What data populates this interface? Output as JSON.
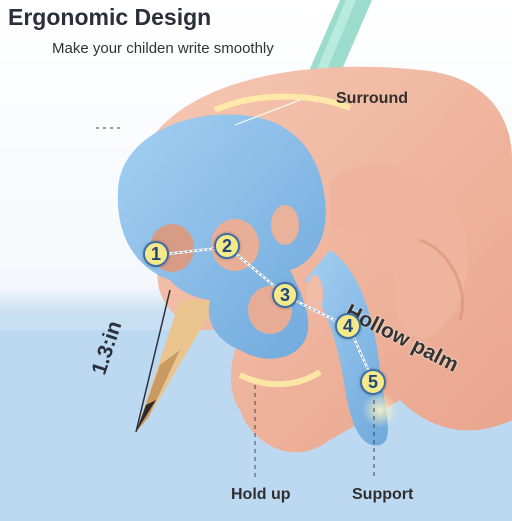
{
  "title": "Ergonomic Design",
  "subtitle": "Make your childen write smoothly",
  "labels": {
    "surround": "Surround",
    "hollow_palm": "Hollow palm",
    "hold_up": "Hold up",
    "support": "Support",
    "dimension": "1.3:in"
  },
  "points": [
    "1",
    "2",
    "3",
    "4",
    "5"
  ],
  "colors": {
    "grip": "#8fc2ec",
    "pencil": "#9bdccc",
    "skin": "#f2b9a2",
    "badge": "#f5ea8a",
    "badge_border": "#3c6ea8",
    "background_top": "#ffffff",
    "background_bottom": "#bcd8f0"
  }
}
